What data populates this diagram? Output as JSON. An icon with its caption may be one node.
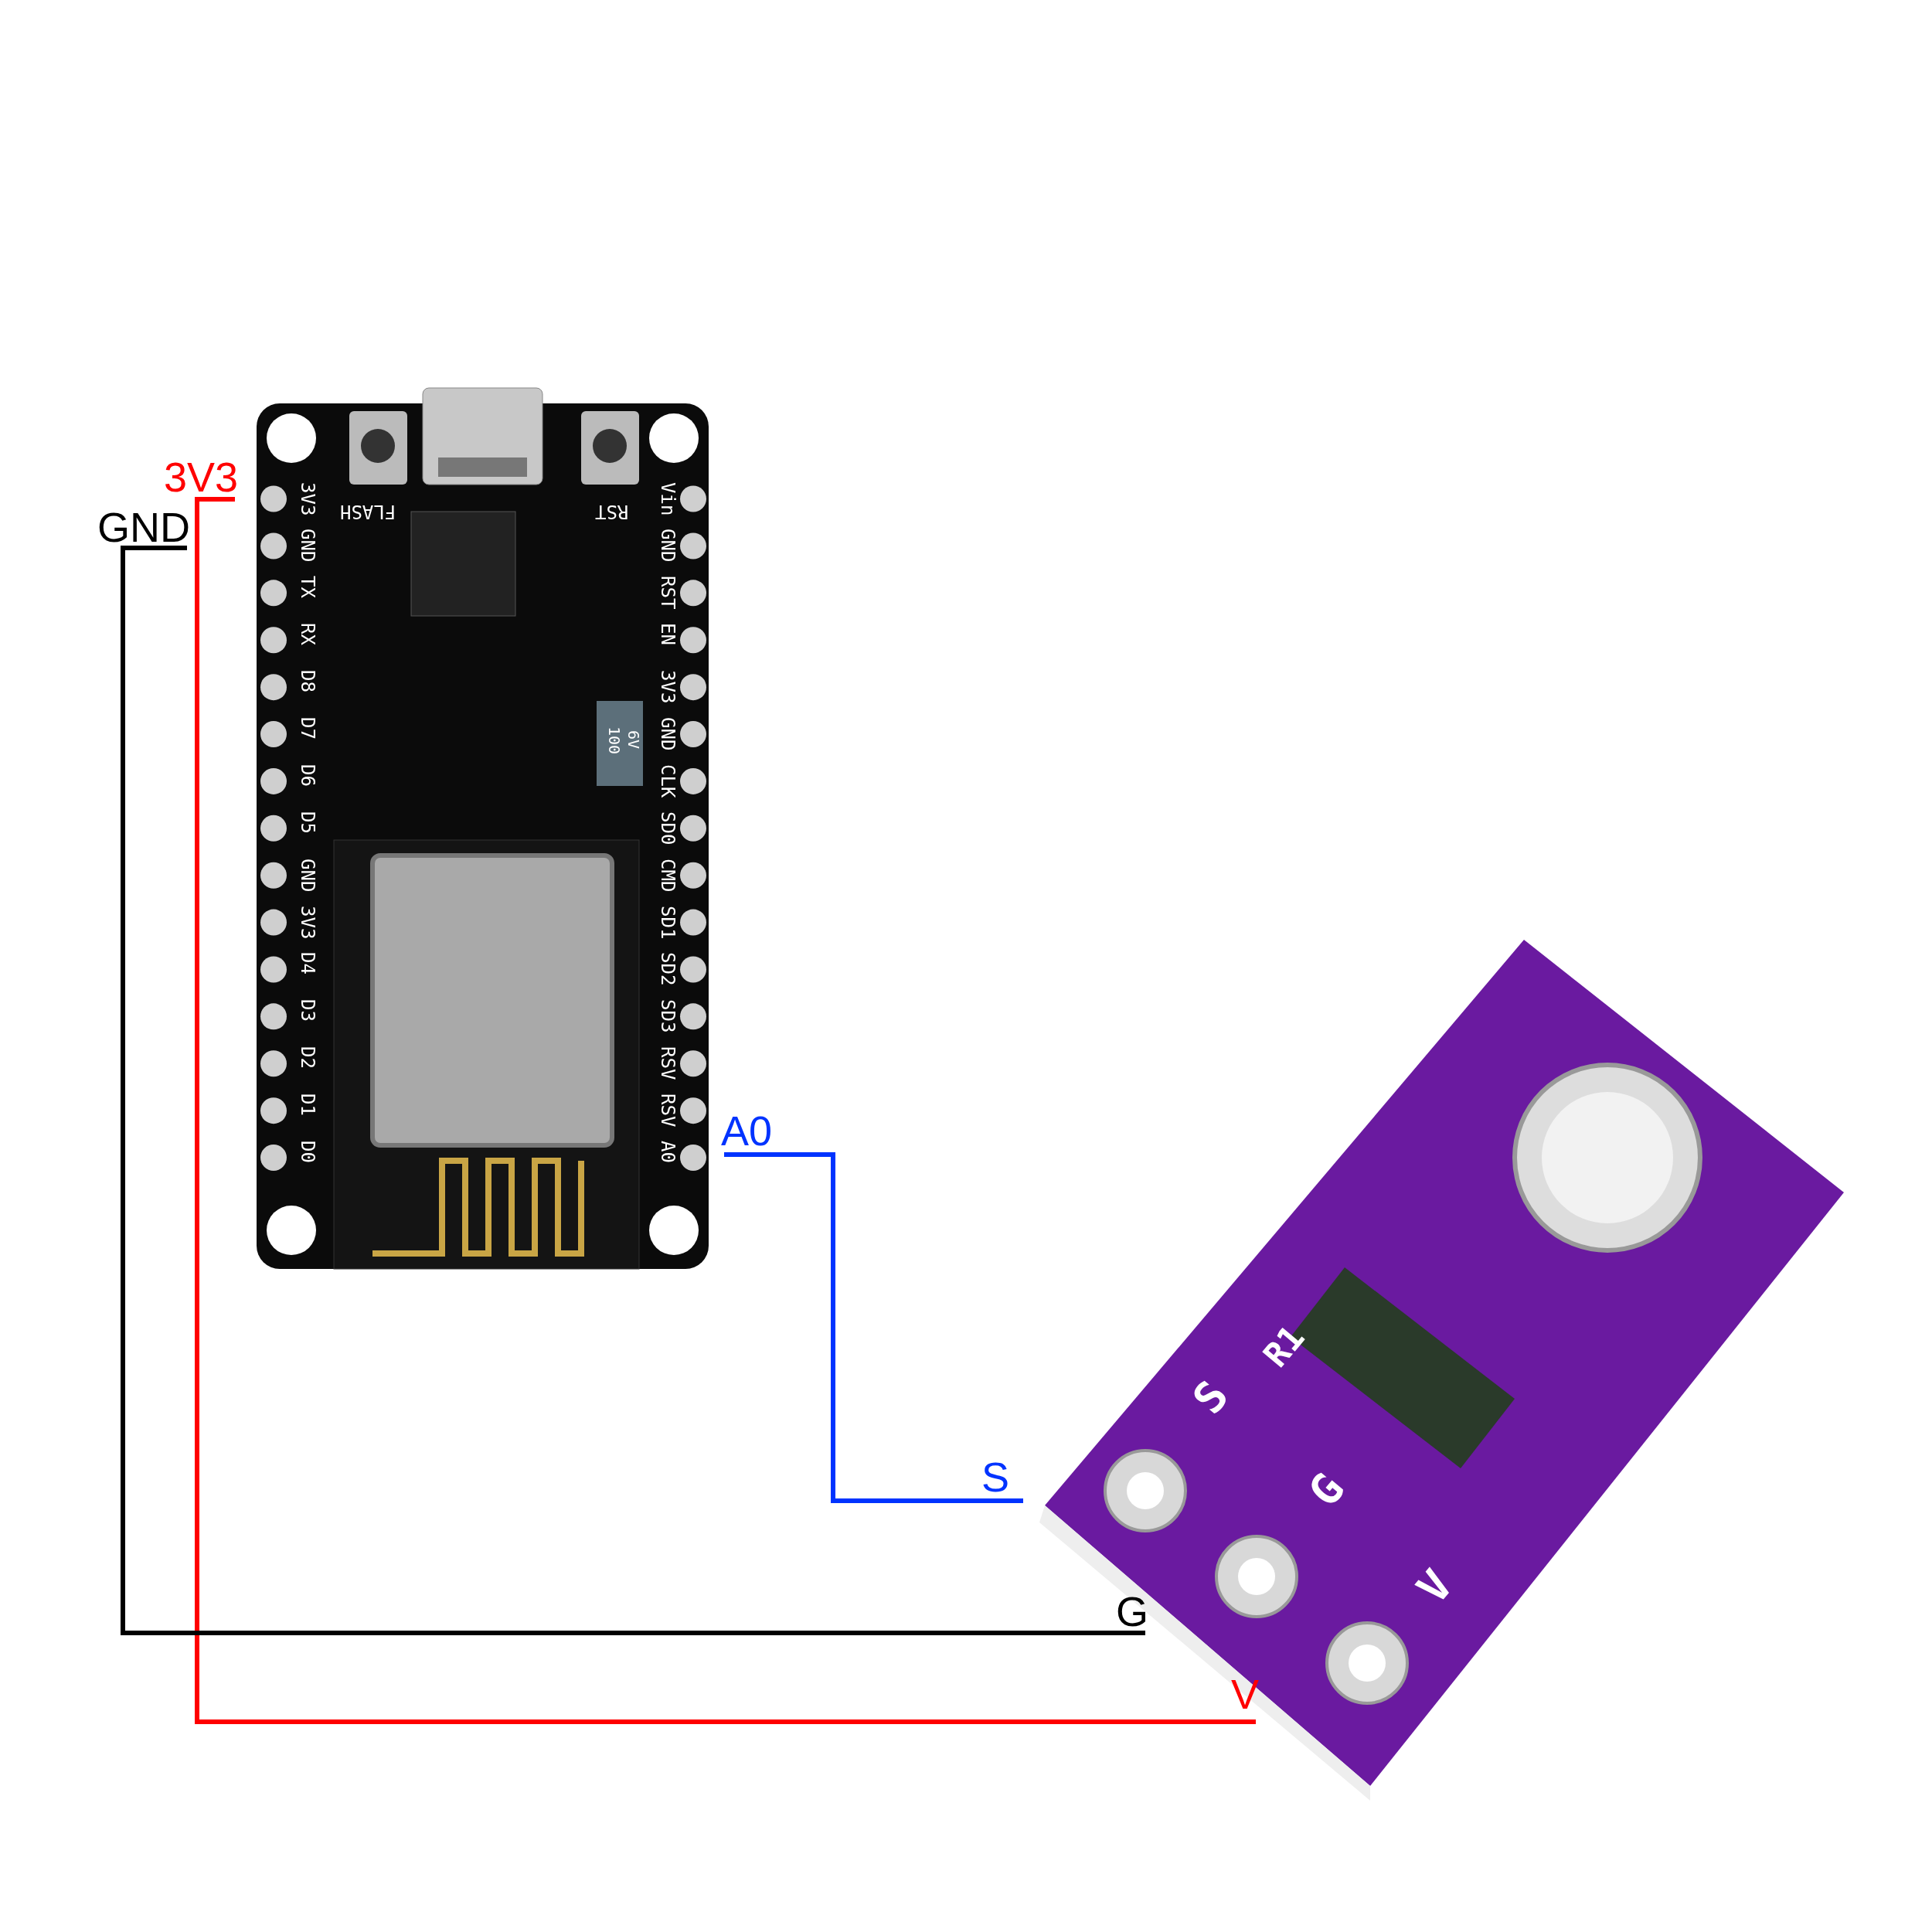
{
  "diagram": {
    "nodes": [
      {
        "text": [],
        "shape": "picture"
      },
      {
        "text": [],
        "shape": "picture"
      },
      {
        "text": [
          "3V3"
        ]
      },
      {
        "text": [
          "GND"
        ]
      },
      {
        "text": [
          "A0"
        ]
      },
      {
        "text": [
          "S"
        ]
      },
      {
        "text": [
          "G"
        ]
      },
      {
        "text": [
          "V"
        ]
      }
    ],
    "edges": [
      {
        "from": 2,
        "to": 7,
        "arrow": "none",
        "color": "#ff0000"
      },
      {
        "from": 3,
        "to": 6,
        "arrow": "none",
        "color": "#000000"
      },
      {
        "from": 4,
        "to": 5,
        "arrow": "none",
        "color": "#0033ff"
      }
    ],
    "labels": [
      "FLASH",
      "RST",
      "3V3",
      "GND",
      "TX",
      "RX",
      "D8",
      "D7",
      "D6",
      "D5",
      "GND",
      "3V3",
      "D4",
      "D3",
      "D2",
      "D1",
      "D0",
      "Vin",
      "GND",
      "RST",
      "EN",
      "3V3",
      "GND",
      "CLK",
      "SD0",
      "CMD",
      "SD1",
      "SD2",
      "SD3",
      "RSV",
      "RSV",
      "A0",
      "100",
      "6V",
      "S",
      "R1",
      "G",
      "V"
    ]
  }
}
